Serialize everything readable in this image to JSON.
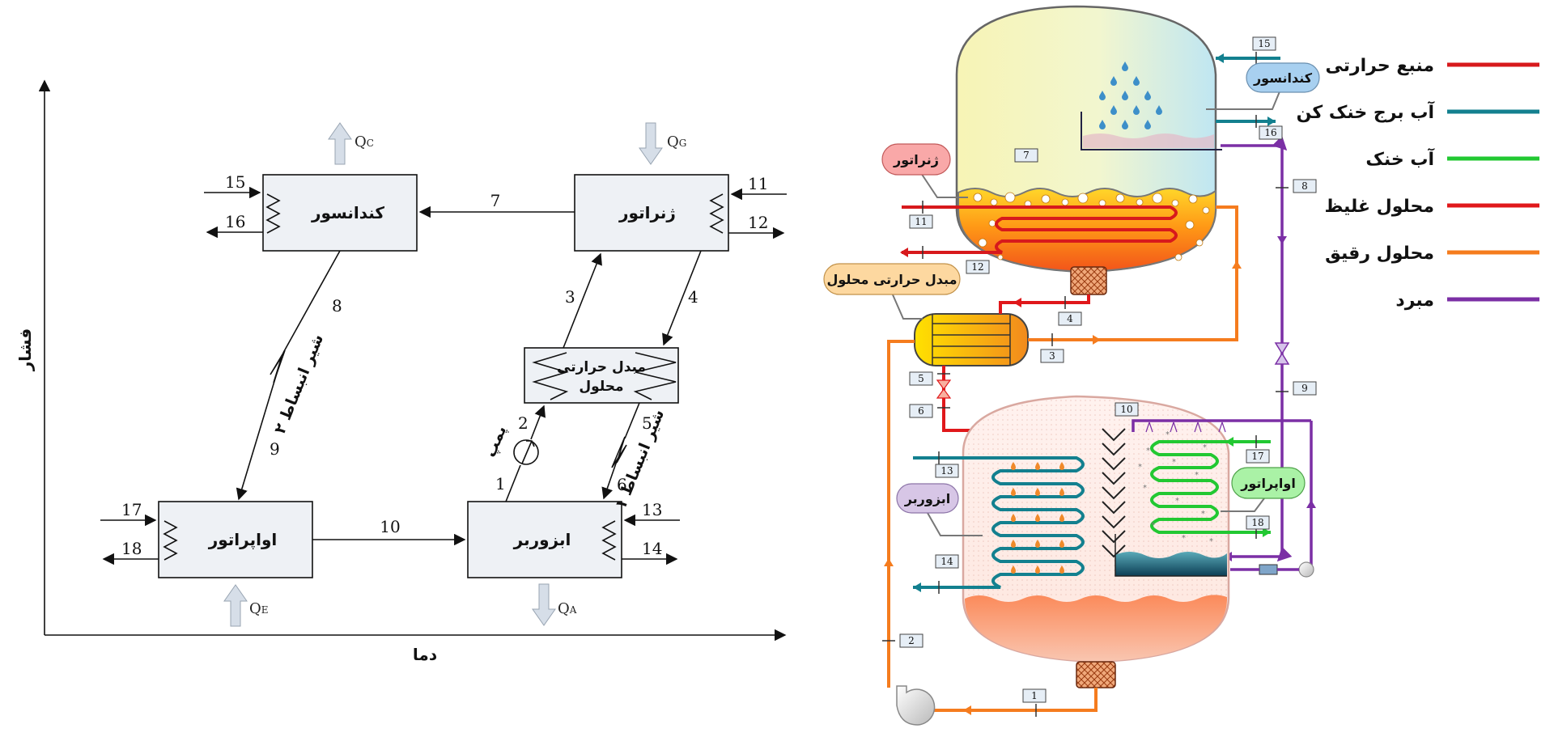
{
  "left": {
    "axis_y": "فشار",
    "axis_x": "دما",
    "boxes": {
      "condenser": "کندانسور",
      "generator": "ژنراتور",
      "shx_line1": "مبدل حرارتی",
      "shx_line2": "محلول",
      "evaporator": "اواپراتور",
      "absorber": "ابزوربر"
    },
    "valve2": "شیر انبساط ۲",
    "valve1": "شیر انبساط ۱",
    "pump": "پمپ",
    "q": {
      "c_main": "Q",
      "c_sub": "C",
      "g_main": "Q",
      "g_sub": "G",
      "e_main": "Q",
      "e_sub": "E",
      "a_main": "Q",
      "a_sub": "A"
    },
    "streams": {
      "s1": "1",
      "s2": "2",
      "s3": "3",
      "s4": "4",
      "s5": "5",
      "s6": "6",
      "s7": "7",
      "s8": "8",
      "s9": "9",
      "s10": "10",
      "s11": "11",
      "s12": "12",
      "s13": "13",
      "s14": "14",
      "s15": "15",
      "s16": "16",
      "s17": "17",
      "s18": "18"
    }
  },
  "right": {
    "callouts": {
      "condenser": "کندانسور",
      "generator": "ژنراتور",
      "shx": "مبدل حرارتی محلول",
      "absorber": "ابزوربر",
      "evaporator": "اواپراتور"
    },
    "tags": {
      "t1": "1",
      "t2": "2",
      "t3": "3",
      "t4": "4",
      "t5": "5",
      "t6": "6",
      "t7": "7",
      "t8": "8",
      "t9": "9",
      "t10": "10",
      "t11": "11",
      "t12": "12",
      "t13": "13",
      "t14": "14",
      "t15": "15",
      "t16": "16",
      "t17": "17",
      "t18": "18"
    }
  },
  "legend": {
    "heat_source": "منبع حرارتی",
    "cooling_tower": "آب برج خنک کن",
    "chilled_water": "آب خنک",
    "strong_solution": "محلول غلیظ",
    "weak_solution": "محلول رقیق",
    "refrigerant": "مبرد"
  },
  "colors": {
    "heat_source": "#d7191c",
    "cooling_tower": "#13808f",
    "chilled_water": "#22c832",
    "strong_solution": "#e0181b",
    "weak_solution": "#f57c1e",
    "refrigerant": "#7b2fa5"
  }
}
